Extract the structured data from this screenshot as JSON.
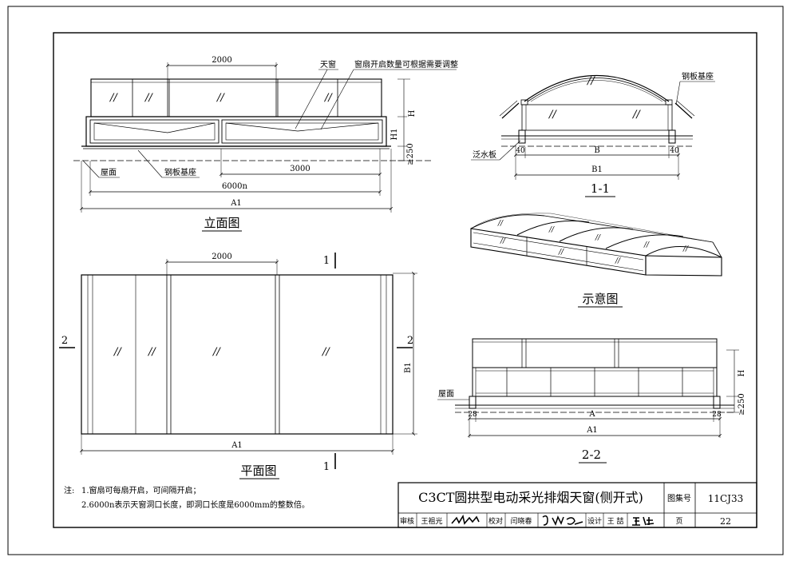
{
  "elevation": {
    "dim_2000": "2000",
    "dim_3000": "3000",
    "dim_6000n": "6000n",
    "dim_a1": "A1",
    "dim_h": "H",
    "dim_h1": "H1",
    "dim_250": "≥250",
    "label_skylight": "天窗",
    "label_sash_note": "窗扇开启数量可根据需要调整",
    "label_roof": "屋面",
    "label_steel_base": "钢板基座",
    "title": "立面图",
    "glass_mark": "//"
  },
  "section_1_1": {
    "label_steel_base": "钢板基座",
    "label_flashing": "泛水板",
    "dim_40_left": "40",
    "dim_b": "B",
    "dim_40_right": "40",
    "dim_b1": "B1",
    "title": "1-1"
  },
  "perspective": {
    "title": "示意图"
  },
  "plan": {
    "dim_2000": "2000",
    "dim_a1": "A1",
    "dim_b1": "B1",
    "cut_1_top": "1",
    "cut_1_bottom": "1",
    "cut_2_left": "2",
    "cut_2_right": "2",
    "title": "平面图"
  },
  "section_2_2": {
    "label_roof": "屋面",
    "dim_28_left": "28",
    "dim_a": "A",
    "dim_28_right": "28",
    "dim_a1": "A1",
    "dim_h": "H",
    "dim_250": "≥250",
    "title": "2-2"
  },
  "notes": {
    "label": "注:",
    "line1": "1.窗扇可每扇开启，可间隔开启；",
    "line2": "2.6000n表示天窗洞口长度，即洞口长度是6000mm的整数倍。"
  },
  "title_block": {
    "drawing_title": "C3CT圆拱型电动采光排烟天窗(侧开式)",
    "atlas_label": "图集号",
    "atlas_no": "11CJ33",
    "review_label": "审核",
    "reviewer": "王祖光",
    "check_label": "校对",
    "checker": "闫晓春",
    "design_label": "设计",
    "designer": "王 喆",
    "page_label": "页",
    "page_no": "22"
  }
}
